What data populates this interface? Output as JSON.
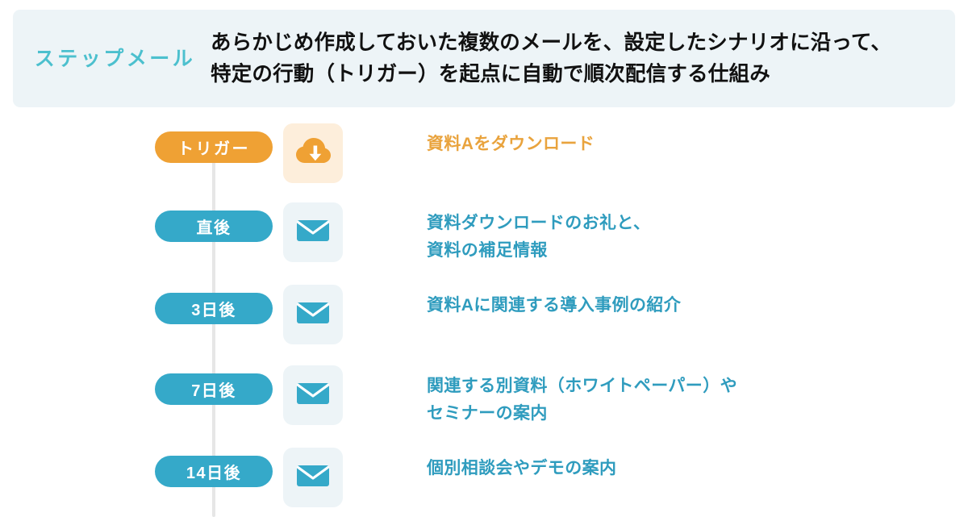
{
  "header": {
    "term_label": "ステップメール",
    "description_lines": [
      "あらかじめ作成しておいた複数のメールを、設定したシナリオに沿って、",
      "特定の行動（トリガー）を起点に自動で順次配信する仕組み"
    ],
    "background_color": "#edf4f7",
    "term_color": "#4cc0ce"
  },
  "colors": {
    "orange": "#efa134",
    "orange_light": "#fdeedb",
    "teal": "#35a9c9",
    "teal_light": "#edf4f7",
    "teal_text": "#2f9cbe",
    "connector": "#e6e6e6"
  },
  "timeline": {
    "steps": [
      {
        "pill_label": "トリガー",
        "pill_type": "trigger",
        "icon": "cloud-download-icon",
        "icon_box": "trigger-box",
        "text_color": "trigger-text",
        "description_lines": [
          "資料Aをダウンロード"
        ]
      },
      {
        "pill_label": "直後",
        "pill_type": "step",
        "icon": "envelope-icon",
        "icon_box": "mail-box",
        "text_color": "step-text",
        "description_lines": [
          "資料ダウンロードのお礼と、",
          "資料の補足情報"
        ]
      },
      {
        "pill_label": "3日後",
        "pill_type": "step",
        "icon": "envelope-icon",
        "icon_box": "mail-box",
        "text_color": "step-text",
        "description_lines": [
          "資料Aに関連する導入事例の紹介"
        ]
      },
      {
        "pill_label": "7日後",
        "pill_type": "step",
        "icon": "envelope-icon",
        "icon_box": "mail-box",
        "text_color": "step-text",
        "description_lines": [
          "関連する別資料（ホワイトペーパー）や",
          "セミナーの案内"
        ]
      },
      {
        "pill_label": "14日後",
        "pill_type": "step",
        "icon": "envelope-icon",
        "icon_box": "mail-box",
        "text_color": "step-text",
        "description_lines": [
          "個別相談会やデモの案内"
        ]
      }
    ]
  }
}
